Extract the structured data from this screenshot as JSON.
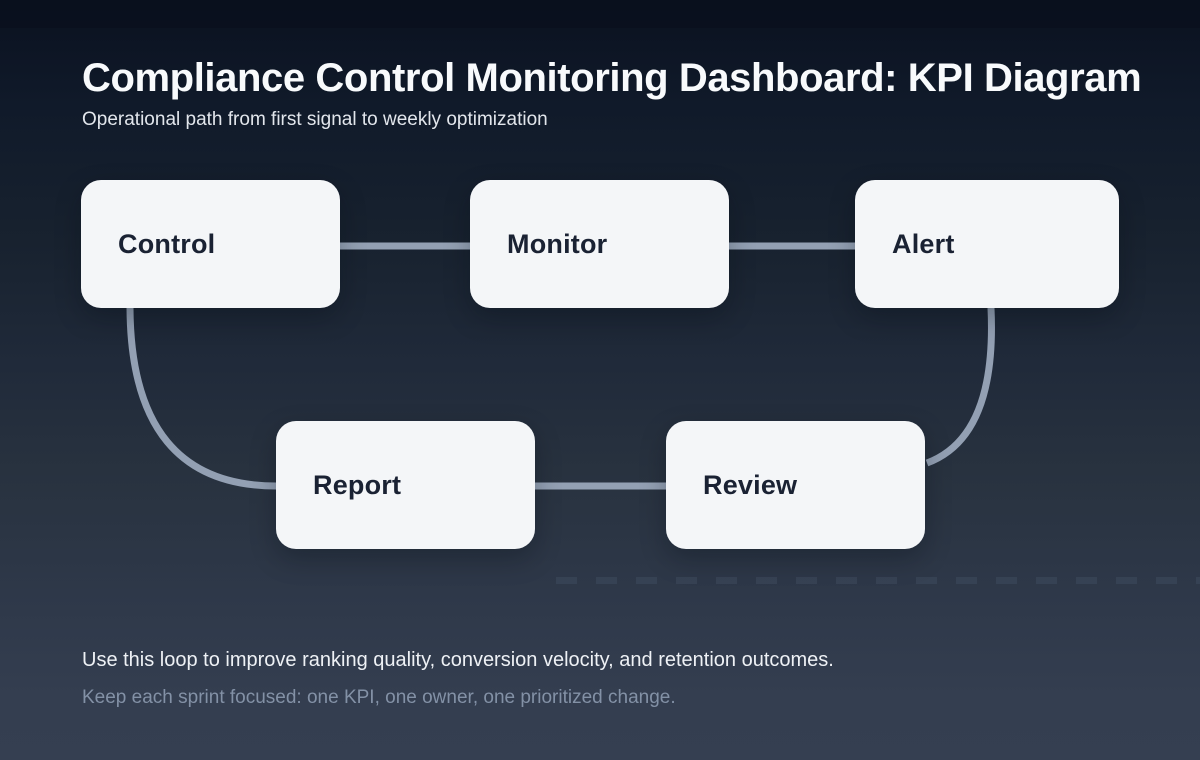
{
  "header": {
    "title": "Compliance Control Monitoring Dashboard: KPI Diagram",
    "subtitle": "Operational path from first signal to weekly optimization"
  },
  "diagram": {
    "nodes": [
      {
        "id": "control",
        "label": "Control"
      },
      {
        "id": "monitor",
        "label": "Monitor"
      },
      {
        "id": "alert",
        "label": "Alert"
      },
      {
        "id": "report",
        "label": "Report"
      },
      {
        "id": "review",
        "label": "Review"
      }
    ],
    "edges": [
      [
        "Control",
        "Monitor"
      ],
      [
        "Monitor",
        "Alert"
      ],
      [
        "Alert",
        "Review"
      ],
      [
        "Review",
        "Report"
      ],
      [
        "Report",
        "Control"
      ]
    ],
    "loop": true
  },
  "footer": {
    "line1": "Use this loop to improve ranking quality, conversion velocity, and retention outcomes.",
    "line2": "Keep each sprint focused: one KPI, one owner, one prioritized change."
  },
  "colors": {
    "background_top": "#0a111e",
    "background_bottom": "#353f51",
    "node_fill": "#f4f6f8",
    "node_text": "#1a2233",
    "connector": "#93a0b3",
    "title_text": "#f8fafc",
    "subtitle_text": "#e2e6ec",
    "footer_primary_text": "#eef1f5",
    "footer_secondary_text": "#8391a6"
  }
}
